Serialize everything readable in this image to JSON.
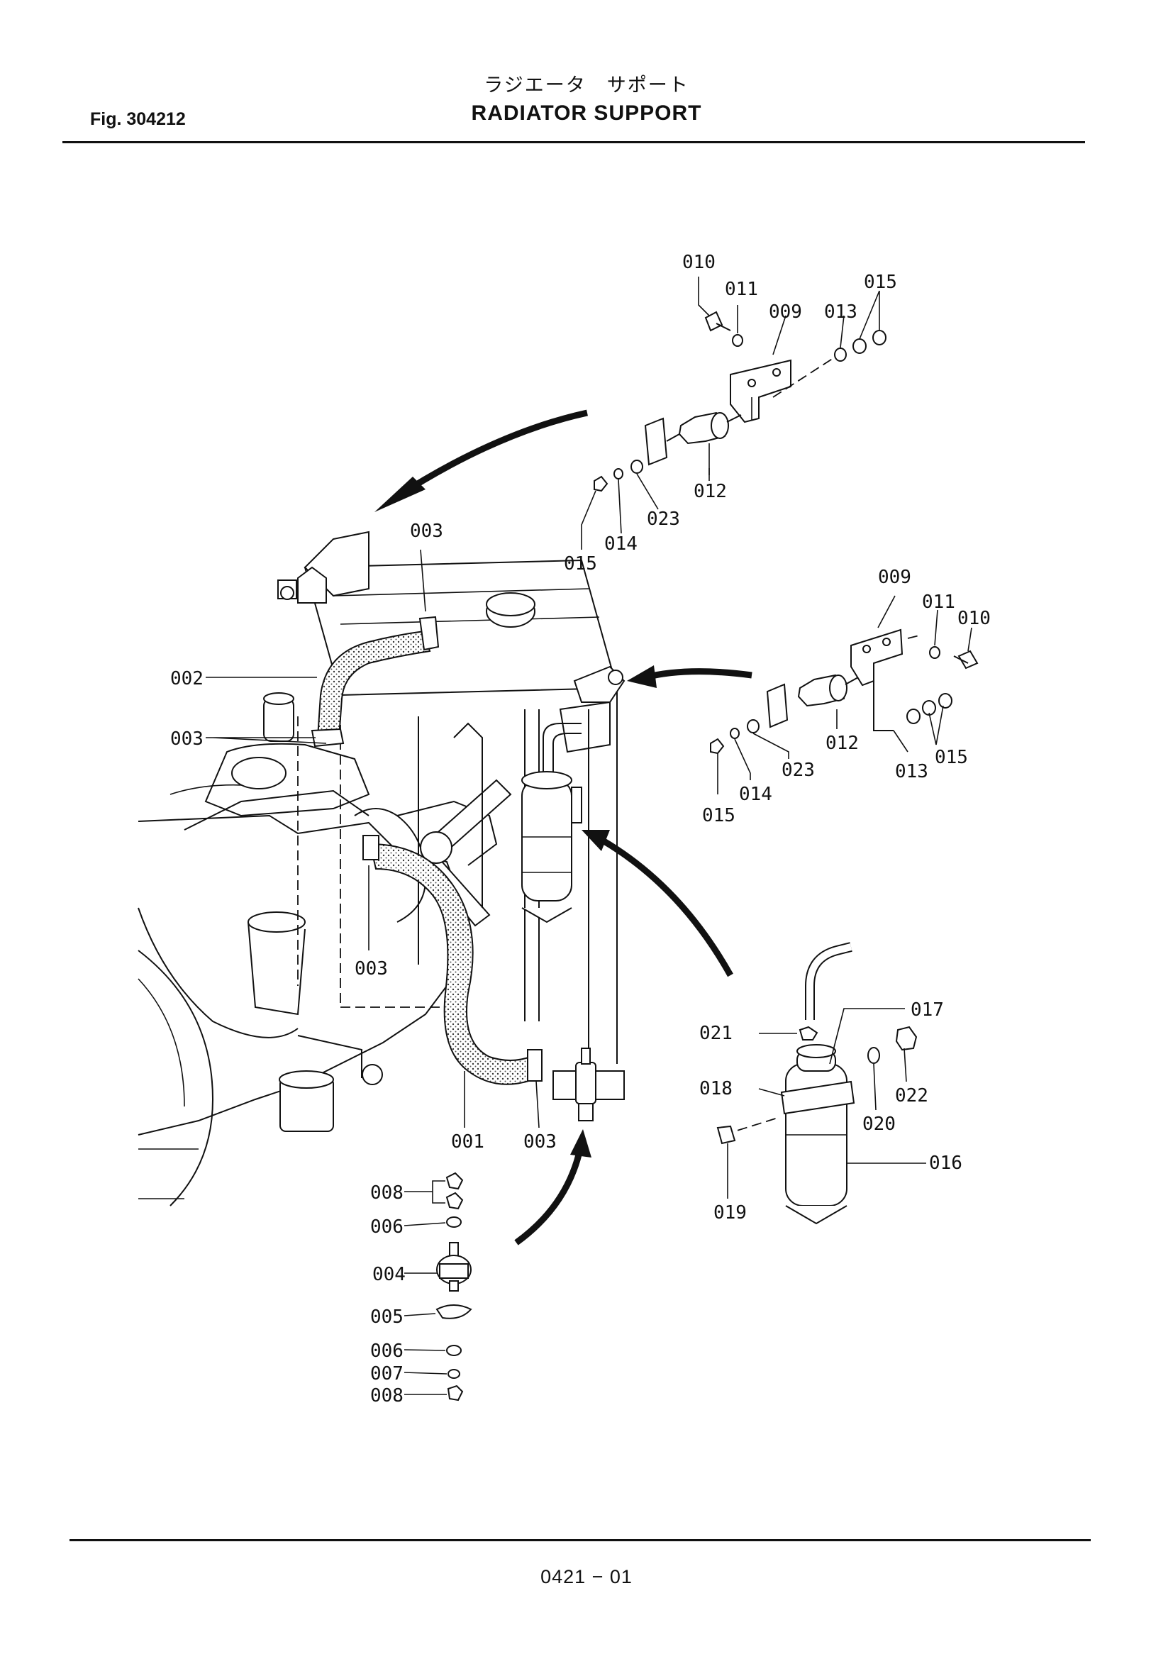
{
  "header": {
    "title_jp": "ラジエータ　サポート",
    "title_en": "RADIATOR  SUPPORT",
    "figure_label": "Fig.  304212"
  },
  "footer": {
    "page_number": "0421 − 01"
  },
  "callouts": {
    "c010a": "010",
    "c011a": "011",
    "c009a": "009",
    "c013a": "013",
    "c015a": "015",
    "c012a": "012",
    "c023a": "023",
    "c014a": "014",
    "c015b": "015",
    "c003a": "003",
    "c009b": "009",
    "c011b": "011",
    "c010b": "010",
    "c002": "002",
    "c003b": "003",
    "c012b": "012",
    "c023b": "023",
    "c013b": "013",
    "c015c": "015",
    "c014b": "014",
    "c015d": "015",
    "c003c": "003",
    "c001": "001",
    "c003d": "003",
    "c017": "017",
    "c021": "021",
    "c018": "018",
    "c020": "020",
    "c022": "022",
    "c016": "016",
    "c019": "019",
    "c008a": "008",
    "c006a": "006",
    "c004": "004",
    "c005": "005",
    "c006b": "006",
    "c007": "007",
    "c008b": "008"
  }
}
